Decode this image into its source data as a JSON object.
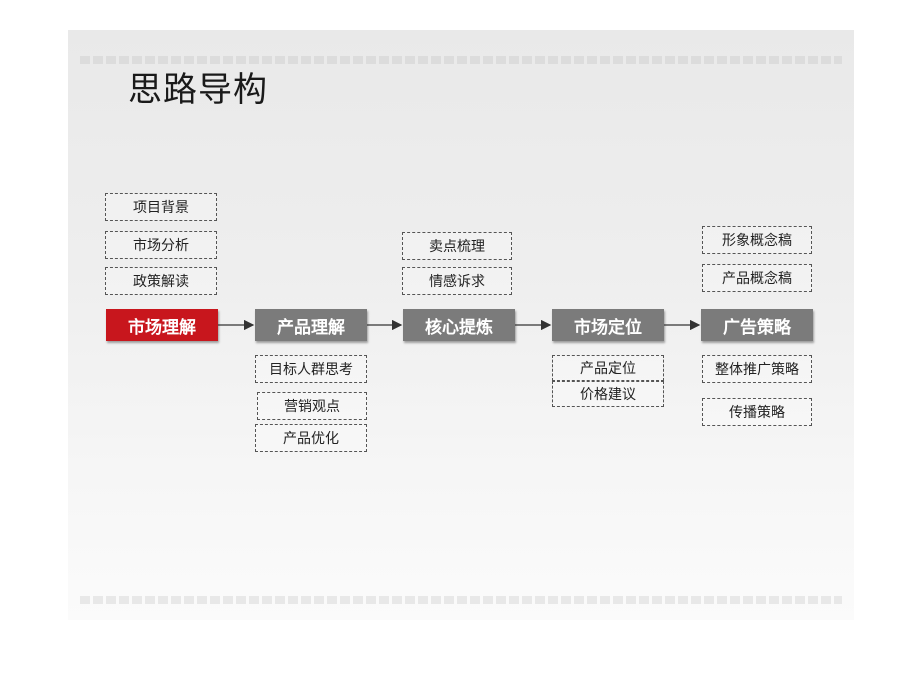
{
  "title": "思路导构",
  "stages": [
    "市场理解",
    "产品理解",
    "核心提炼",
    "市场定位",
    "广告策略"
  ],
  "stage1_above": [
    "项目背景",
    "市场分析",
    "政策解读"
  ],
  "stage2_below": [
    "目标人群思考",
    "营销观点",
    "产品优化"
  ],
  "stage3_above": [
    "卖点梳理",
    "情感诉求"
  ],
  "stage4_below": [
    "产品定位",
    "价格建议"
  ],
  "stage5_above": [
    "形象概念稿",
    "产品概念稿"
  ],
  "stage5_below": [
    "整体推广策略",
    "传播策略"
  ],
  "colors": {
    "highlight": "#c8161d",
    "stage": "#7b7b7b"
  }
}
